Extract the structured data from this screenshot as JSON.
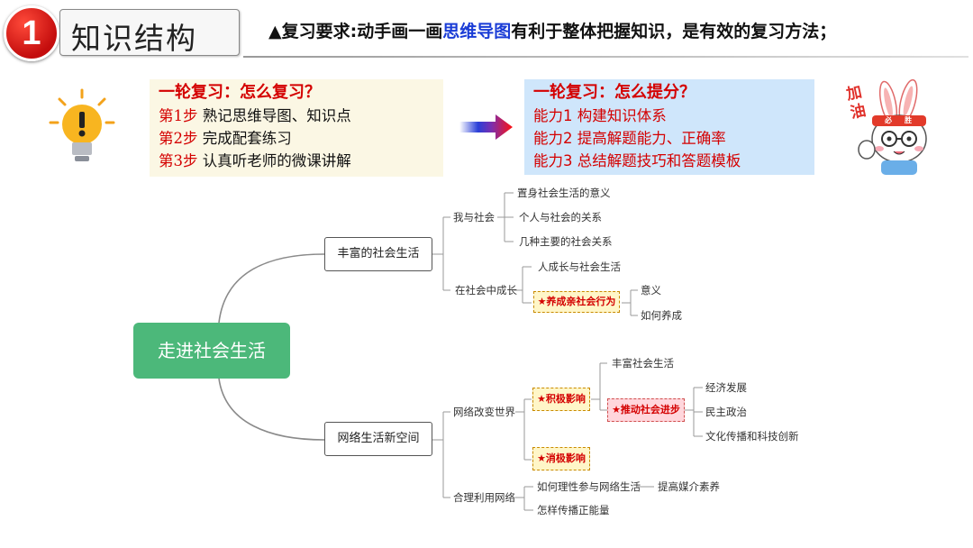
{
  "header": {
    "badge_number": "1",
    "title": "知识结构",
    "requirement_prefix": "▲复习要求:动手画一画",
    "requirement_highlight": "思维导图",
    "requirement_suffix": "有利于整体把握知识，是有效的复习方法；"
  },
  "left_box": {
    "title": "一轮复习：怎么复习？",
    "steps": [
      {
        "label": "第1步",
        "text": " 熟记思维导图、知识点"
      },
      {
        "label": "第2步",
        "text": " 完成配套练习"
      },
      {
        "label": "第3步",
        "text": " 认真听老师的微课讲解"
      }
    ]
  },
  "right_box": {
    "title": "一轮复习：怎么提分？",
    "abilities": [
      "能力1 构建知识体系",
      "能力2 提高解题能力、正确率",
      "能力3 总结解题技巧和答题模板"
    ]
  },
  "mascot": {
    "cheer_text": "加油",
    "headband_text": "必胜"
  },
  "colors": {
    "badge_red": "#d01010",
    "root_green": "#4cb87a",
    "left_box_bg": "#fbf7e4",
    "right_box_bg": "#cfe6fb",
    "highlight_blue": "#1a3cd6",
    "accent_red": "#d40000"
  },
  "mindmap": {
    "root": "走进社会生活",
    "branch1": {
      "label": "丰富的社会生活",
      "me_and_society": {
        "label": "我与社会",
        "items": [
          "置身社会生活的意义",
          "个人与社会的关系",
          "几种主要的社会关系"
        ]
      },
      "grow": {
        "label": "在社会中成长",
        "item1": "人成长与社会生活",
        "star": "★养成亲社会行为",
        "star_items": [
          "意义",
          "如何养成"
        ]
      }
    },
    "branch2": {
      "label": "网络生活新空间",
      "change": {
        "label": "网络改变世界",
        "positive": "★积极影响",
        "positive_items": {
          "rich": "丰富社会生活",
          "promote": "★推动社会进步",
          "promote_items": [
            "经济发展",
            "民主政治",
            "文化传播和科技创新"
          ]
        },
        "negative": "★消极影响"
      },
      "use": {
        "label": "合理利用网络",
        "items": [
          "如何理性参与网络生活",
          "怎样传播正能量"
        ],
        "sub": "提高媒介素养"
      }
    }
  }
}
